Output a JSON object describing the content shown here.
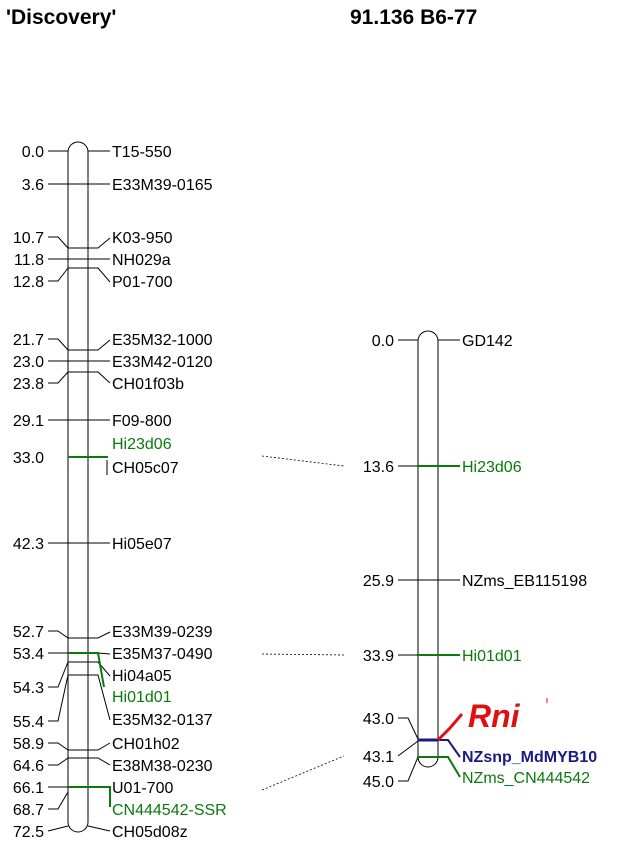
{
  "titles": {
    "left": "'Discovery'",
    "right": "91.136 B6-77"
  },
  "colors": {
    "black": "#000000",
    "green": "#0a7a0a",
    "navy": "#1a1a80",
    "red": "#e01010"
  },
  "left_map": {
    "markers": [
      {
        "pos": "0.0",
        "name": "T15-550",
        "color": "black"
      },
      {
        "pos": "3.6",
        "name": "E33M39-0165",
        "color": "black"
      },
      {
        "pos": "10.7",
        "name": "K03-950",
        "color": "black"
      },
      {
        "pos": "11.8",
        "name": "NH029a",
        "color": "black"
      },
      {
        "pos": "12.8",
        "name": "P01-700",
        "color": "black"
      },
      {
        "pos": "21.7",
        "name": "E35M32-1000",
        "color": "black"
      },
      {
        "pos": "23.0",
        "name": "E33M42-0120",
        "color": "black"
      },
      {
        "pos": "23.8",
        "name": "CH01f03b",
        "color": "black"
      },
      {
        "pos": "29.1",
        "name": "F09-800",
        "color": "black"
      },
      {
        "pos": "33.0",
        "name": "Hi23d06",
        "color": "green"
      },
      {
        "pos": "",
        "name": "CH05c07",
        "color": "black"
      },
      {
        "pos": "42.3",
        "name": "Hi05e07",
        "color": "black"
      },
      {
        "pos": "52.7",
        "name": "E33M39-0239",
        "color": "black"
      },
      {
        "pos": "53.4",
        "name": "E35M37-0490",
        "color": "black"
      },
      {
        "pos": "54.3",
        "name": "Hi04a05",
        "color": "black"
      },
      {
        "pos": "",
        "name": "Hi01d01",
        "color": "green"
      },
      {
        "pos": "55.4",
        "name": "E35M32-0137",
        "color": "black"
      },
      {
        "pos": "58.9",
        "name": "CH01h02",
        "color": "black"
      },
      {
        "pos": "64.6",
        "name": "E38M38-0230",
        "color": "black"
      },
      {
        "pos": "66.1",
        "name": "U01-700",
        "color": "black"
      },
      {
        "pos": "68.7",
        "name": "CN444542-SSR",
        "color": "green"
      },
      {
        "pos": "72.5",
        "name": "CH05d08z",
        "color": "black"
      }
    ]
  },
  "right_map": {
    "markers": [
      {
        "pos": "0.0",
        "name": "GD142",
        "color": "black"
      },
      {
        "pos": "13.6",
        "name": "Hi23d06",
        "color": "green"
      },
      {
        "pos": "25.9",
        "name": "NZms_EB115198",
        "color": "black"
      },
      {
        "pos": "33.9",
        "name": "Hi01d01",
        "color": "green"
      },
      {
        "pos": "43.0",
        "name": "",
        "color": "black"
      },
      {
        "pos": "43.1",
        "name": "NZsnp_MdMYB10",
        "color": "navy"
      },
      {
        "pos": "45.0",
        "name": "NZms_CN444542",
        "color": "green"
      }
    ],
    "qtl": {
      "label": "Rni",
      "color": "red"
    }
  }
}
